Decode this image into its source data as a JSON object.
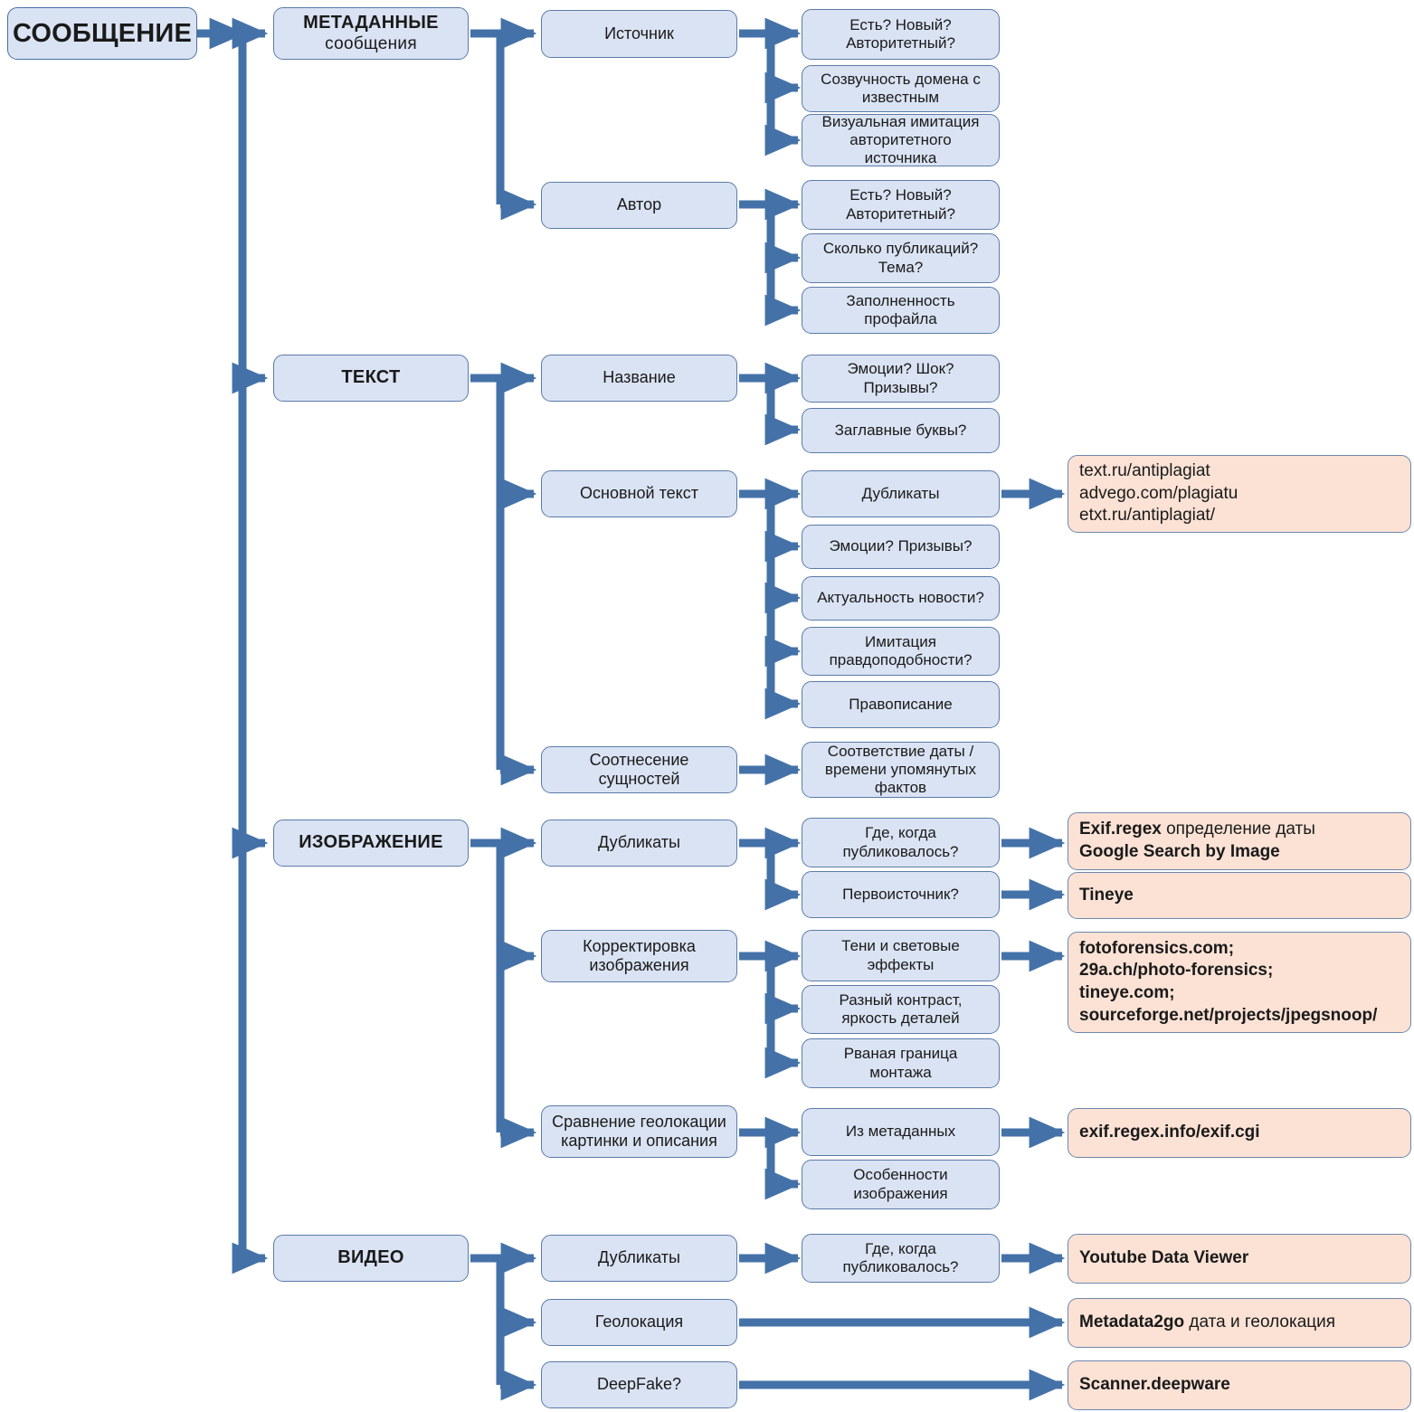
{
  "meta": {
    "title": "Схема верификации сообщения",
    "colors": {
      "box_fill": "#dae3f3",
      "box_border": "#5b7aa8",
      "tool_fill": "#fbe2d5",
      "tool_border": "#6f87ad",
      "arrow": "#4472a8",
      "text": "#1a1a1a",
      "background": "#ffffff"
    }
  },
  "root": {
    "label": "СООБЩЕНИЕ"
  },
  "categories": [
    {
      "id": "metadata",
      "label": "МЕТАДАННЫЕ",
      "sublabel": "сообщения"
    },
    {
      "id": "text",
      "label": "ТЕКСТ",
      "sublabel": ""
    },
    {
      "id": "image",
      "label": "ИЗОБРАЖЕНИЕ",
      "sublabel": ""
    },
    {
      "id": "video",
      "label": "ВИДЕО",
      "sublabel": ""
    }
  ],
  "level3": [
    {
      "id": "source",
      "label": "Источник"
    },
    {
      "id": "author",
      "label": "Автор"
    },
    {
      "id": "title",
      "label": "Название"
    },
    {
      "id": "maintext",
      "label": "Основной текст"
    },
    {
      "id": "entities",
      "label": "Соотнесение сущностей"
    },
    {
      "id": "img-dup",
      "label": "Дубликаты"
    },
    {
      "id": "img-correct",
      "label": "Корректировка\nизображения"
    },
    {
      "id": "img-geo",
      "label": "Сравнение геолокации\nкартинки и описания"
    },
    {
      "id": "vid-dup",
      "label": "Дубликаты"
    },
    {
      "id": "vid-geo",
      "label": "Геолокация"
    },
    {
      "id": "vid-deep",
      "label": "DeepFake?"
    }
  ],
  "level4": [
    {
      "id": "src-exists",
      "label": "Есть? Новый?\nАвторитетный?"
    },
    {
      "id": "src-domain",
      "label": "Созвучность домена с\nизвестным"
    },
    {
      "id": "src-visual",
      "label": "Визуальная имитация\nавторитетного\nисточника"
    },
    {
      "id": "aut-exists",
      "label": "Есть? Новый?\nАвторитетный?"
    },
    {
      "id": "aut-count",
      "label": "Сколько публикаций?\nТема?"
    },
    {
      "id": "aut-profile",
      "label": "Заполненность\nпрофайла"
    },
    {
      "id": "ttl-emotions",
      "label": "Эмоции? Шок?\nПризывы?"
    },
    {
      "id": "ttl-caps",
      "label": "Заглавные буквы?"
    },
    {
      "id": "txt-dup",
      "label": "Дубликаты"
    },
    {
      "id": "txt-emotions",
      "label": "Эмоции? Призывы?"
    },
    {
      "id": "txt-actual",
      "label": "Актуальность новости?"
    },
    {
      "id": "txt-plaus",
      "label": "Имитация\nправдоподобности?"
    },
    {
      "id": "txt-spell",
      "label": "Правописание"
    },
    {
      "id": "ent-datetime",
      "label": "Соответствие даты /\nвремени упомянутых\nфактов"
    },
    {
      "id": "imd-where",
      "label": "Где, когда\nпубликовалось?"
    },
    {
      "id": "imd-origin",
      "label": "Первоисточник?"
    },
    {
      "id": "imc-shadows",
      "label": "Тени и световые\nэффекты"
    },
    {
      "id": "imc-contrast",
      "label": "Разный контраст,\nяркость деталей"
    },
    {
      "id": "imc-border",
      "label": "Рваная граница\nмонтажа"
    },
    {
      "id": "img-metadata",
      "label": "Из метаданных"
    },
    {
      "id": "img-features",
      "label": "Особенности\nизображения"
    },
    {
      "id": "vid-where",
      "label": "Где, когда\nпубликовалось?"
    }
  ],
  "tools": [
    {
      "id": "tool-antiplagiat",
      "lines": [
        {
          "bold": "",
          "rest": "text.ru/antiplagiat"
        },
        {
          "bold": "",
          "rest": "advego.com/plagiatu"
        },
        {
          "bold": "",
          "rest": "etxt.ru/antiplagiat/"
        }
      ]
    },
    {
      "id": "tool-exif-google",
      "lines": [
        {
          "bold": "Exif.regex",
          "rest": " определение даты"
        },
        {
          "bold": "Google Search by Image",
          "rest": ""
        }
      ]
    },
    {
      "id": "tool-tineye",
      "lines": [
        {
          "bold": "Tineye",
          "rest": ""
        }
      ]
    },
    {
      "id": "tool-forensics",
      "lines": [
        {
          "bold": "fotoforensics.com;",
          "rest": ""
        },
        {
          "bold": "29a.ch/photo-forensics;",
          "rest": ""
        },
        {
          "bold": "tineye.com;",
          "rest": ""
        },
        {
          "bold": "sourceforge.net/projects/jpegsnoop/",
          "rest": ""
        }
      ]
    },
    {
      "id": "tool-exif-cgi",
      "lines": [
        {
          "bold": "exif.regex.info/exif.cgi",
          "rest": ""
        }
      ]
    },
    {
      "id": "tool-youtube",
      "lines": [
        {
          "bold": "Youtube Data Viewer",
          "rest": ""
        }
      ]
    },
    {
      "id": "tool-metadata2go",
      "lines": [
        {
          "bold": "Metadata2go",
          "rest": " дата и геолокация"
        }
      ]
    },
    {
      "id": "tool-deepware",
      "lines": [
        {
          "bold": "Scanner.deepware",
          "rest": ""
        }
      ]
    }
  ]
}
